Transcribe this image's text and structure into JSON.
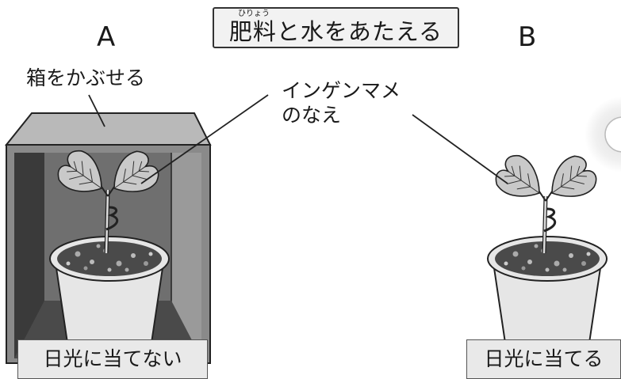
{
  "header": {
    "title": "肥料と水をあたえる",
    "ruby": "ひりょう"
  },
  "labels": {
    "plant_a": "A",
    "plant_b": "B",
    "box_note": "箱をかぶせる",
    "seedling_line1": "インゲンマメ",
    "seedling_line2": "のなえ"
  },
  "captions": {
    "a": "日光に当てない",
    "b": "日光に当てる"
  },
  "colors": {
    "box_top": "#b9b9b9",
    "box_inner": "#6f6f6f",
    "box_dark": "#3a3a3a",
    "pot": "#e6e6e6",
    "soil": "#4a4a4a",
    "leaf": "#c9c9c9",
    "caption_bg": "#e9e9e9"
  }
}
